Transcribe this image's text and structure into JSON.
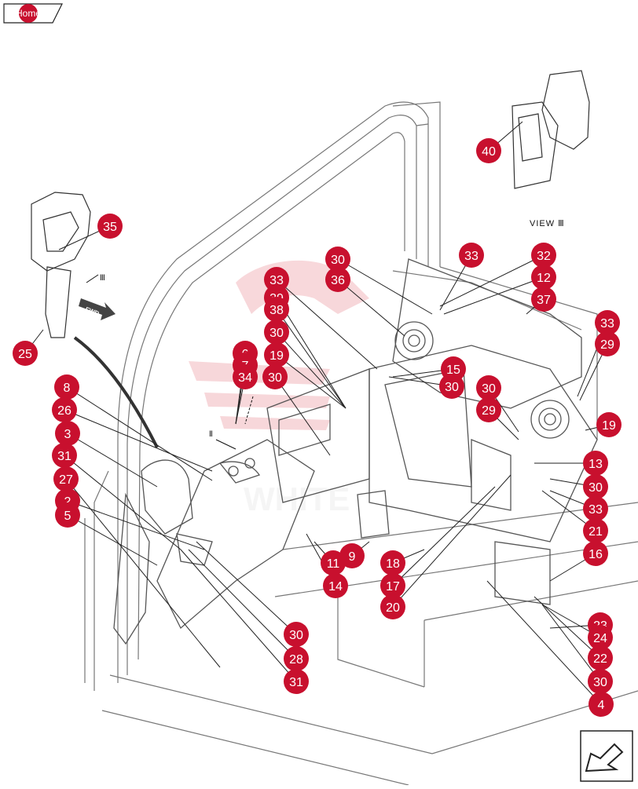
{
  "header": {
    "home_label": "Home"
  },
  "view_label": "VIEW Ⅲ",
  "fwd_label": "FWD",
  "view_marker_label": "Ⅲ",
  "view_arrow_label": "Ⅱ",
  "watermark": "WHITE",
  "colors": {
    "callout": "#c8102e",
    "line": "#222222",
    "watermark": "#f3c2c6"
  },
  "callouts": [
    "35",
    "25",
    "8",
    "26",
    "3",
    "31",
    "27",
    "2",
    "5",
    "6",
    "7",
    "34",
    "30",
    "33",
    "39",
    "38",
    "30",
    "19",
    "30",
    "36",
    "33",
    "32",
    "12",
    "37",
    "33",
    "29",
    "19",
    "30",
    "29",
    "15",
    "30",
    "13",
    "30",
    "33",
    "21",
    "16",
    "9",
    "11",
    "14",
    "18",
    "17",
    "20",
    "23",
    "24",
    "22",
    "30",
    "4",
    "30",
    "28",
    "31",
    "40"
  ],
  "icons": {
    "next_page": "next-page-arrow-icon",
    "home": "home-tab-icon"
  }
}
